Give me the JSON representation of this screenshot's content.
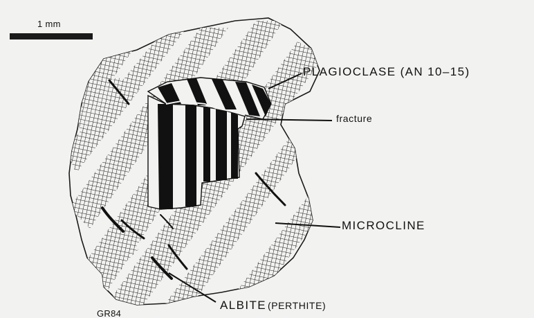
{
  "scale_bar": {
    "label": "1 mm"
  },
  "labels": {
    "plagioclase": "PLAGIOCLASE (AN 10–15)",
    "fracture": "fracture",
    "microcline": "MICROCLINE",
    "albite_main": "ALBITE",
    "albite_paren": "(PERTHITE)"
  },
  "credit": "GR84",
  "colors": {
    "ink": "#111111",
    "paper": "#f2f2f0"
  }
}
